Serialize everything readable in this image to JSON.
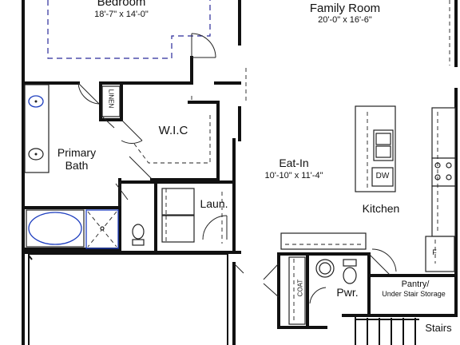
{
  "rooms": {
    "bedroom": {
      "name": "Bedroom",
      "dims": "18'-7\" x 14'-0\""
    },
    "family_room": {
      "name": "Family Room",
      "dims": "20'-0\" x 16'-6\""
    },
    "wic": {
      "name": "W.I.C"
    },
    "primary_bath": {
      "name_line1": "Primary",
      "name_line2": "Bath"
    },
    "linen": {
      "name": "LINEN"
    },
    "eat_in": {
      "name": "Eat-In",
      "dims": "10'-10\" x 11'-4\""
    },
    "laundry": {
      "name": "Laun."
    },
    "kitchen": {
      "name": "Kitchen",
      "dw": "DW",
      "fridge": "F"
    },
    "coat": {
      "name": "COAT"
    },
    "powder": {
      "name": "Pwr."
    },
    "pantry": {
      "name": "Pantry/",
      "sub": "Under Stair Storage"
    },
    "stairs": {
      "name": "Stairs"
    }
  },
  "colors": {
    "wall": "#111111",
    "tub_outline": "#1f3fbf",
    "bed_dashes": "#2a2a9a"
  }
}
